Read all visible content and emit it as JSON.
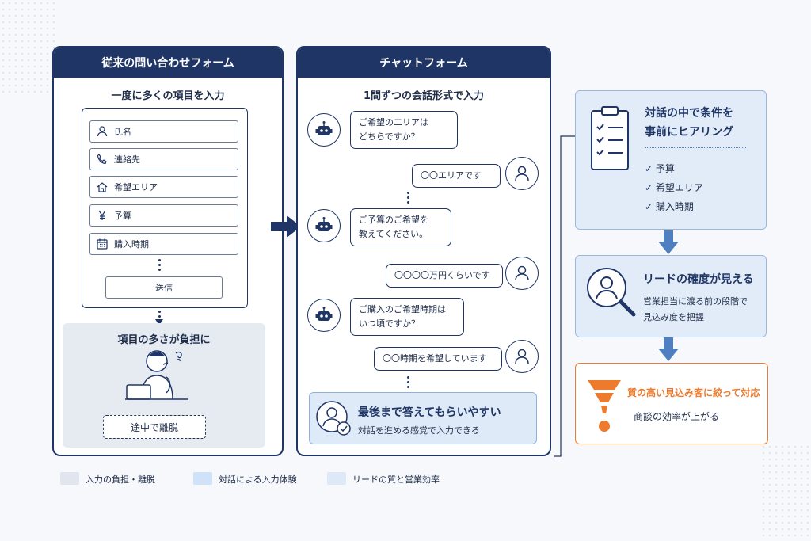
{
  "left_panel": {
    "title": "従来の問い合わせフォーム",
    "subtitle": "一度に多くの項目を入力",
    "fields": [
      {
        "label": "氏名",
        "icon": "person-icon"
      },
      {
        "label": "連絡先",
        "icon": "phone-icon"
      },
      {
        "label": "希望エリア",
        "icon": "house-icon"
      },
      {
        "label": "予算",
        "icon": "yen-icon"
      },
      {
        "label": "購入時期",
        "icon": "calendar-icon"
      }
    ],
    "submit_label": "送信",
    "burden_label": "項目の多さが負担に",
    "leave_label": "途中で離脱"
  },
  "chat_panel": {
    "title": "チャットフォーム",
    "subtitle": "1問ずつの会話形式で入力",
    "messages": [
      {
        "from": "bot",
        "lines": [
          "ご希望のエリアは",
          "どちらですか？"
        ]
      },
      {
        "from": "user",
        "lines": [
          "〇〇エリアです"
        ]
      },
      {
        "from": "bot",
        "lines": [
          "ご予算のご希望を",
          "教えてください。"
        ]
      },
      {
        "from": "user",
        "lines": [
          "〇〇〇〇万円くらいです"
        ]
      },
      {
        "from": "bot",
        "lines": [
          "ご購入のご希望時期は",
          "いつ頃ですか？"
        ]
      },
      {
        "from": "user",
        "lines": [
          "〇〇時期を希望しています"
        ]
      }
    ],
    "highlight_title": "最後まで答えてもらいやすい",
    "highlight_text": "対話を進める感覚で入力できる"
  },
  "right": {
    "box1_title_line1": "対話の中で条件を",
    "box1_title_line2": "事前にヒアリング",
    "checks": [
      "予算",
      "希望エリア",
      "購入時期"
    ],
    "box2_title": "リードの確度が見える",
    "box2_text_line1": "営業担当に渡る前の段階で",
    "box2_text_line2": "見込み度を把握",
    "box3_title": "質の高い見込み客に絞って対応",
    "box3_text": "商談の効率が上がる"
  },
  "legend": [
    {
      "label": "入力の負担・離脱",
      "color": "#e1e6ee"
    },
    {
      "label": "対話による入力体験",
      "color": "#cfe2f7"
    },
    {
      "label": "リードの質と営業効率",
      "color": "#dde9f7"
    }
  ],
  "colors": {
    "navy": "#1f3566",
    "accent_blue": "#4f7fc0",
    "orange": "#ee7a2d"
  }
}
